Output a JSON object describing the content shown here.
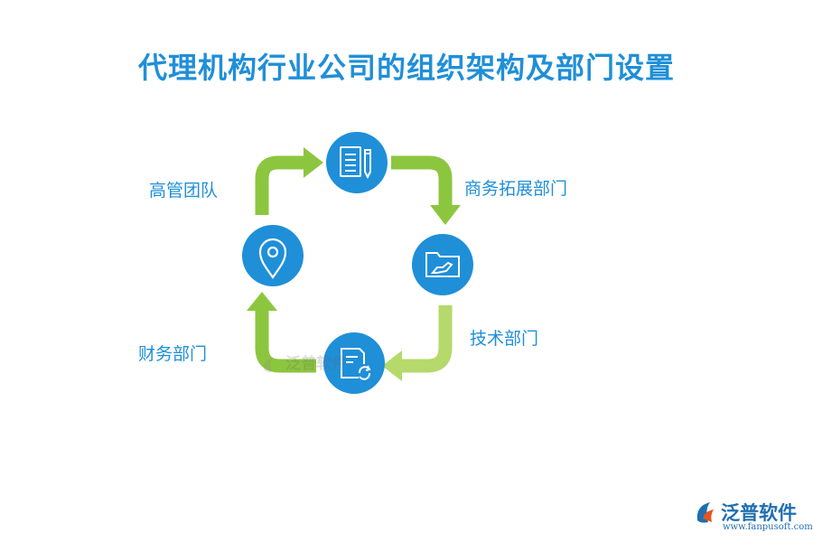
{
  "title": "代理机构行业公司的组织架构及部门设置",
  "nodes": {
    "team": "高管团队",
    "business": "商务拓展部门",
    "tech": "技术部门",
    "finance": "财务部门"
  },
  "watermark": {
    "text": "泛普软件"
  },
  "brand": {
    "name": "泛普软件",
    "url": "www.fanpusoft.com"
  },
  "colors": {
    "accent": "#1f8fd8",
    "node_fill": "#1f8fd8",
    "arrow_green": "#8cc63f",
    "arrow_green_light": "#b5d96a"
  }
}
